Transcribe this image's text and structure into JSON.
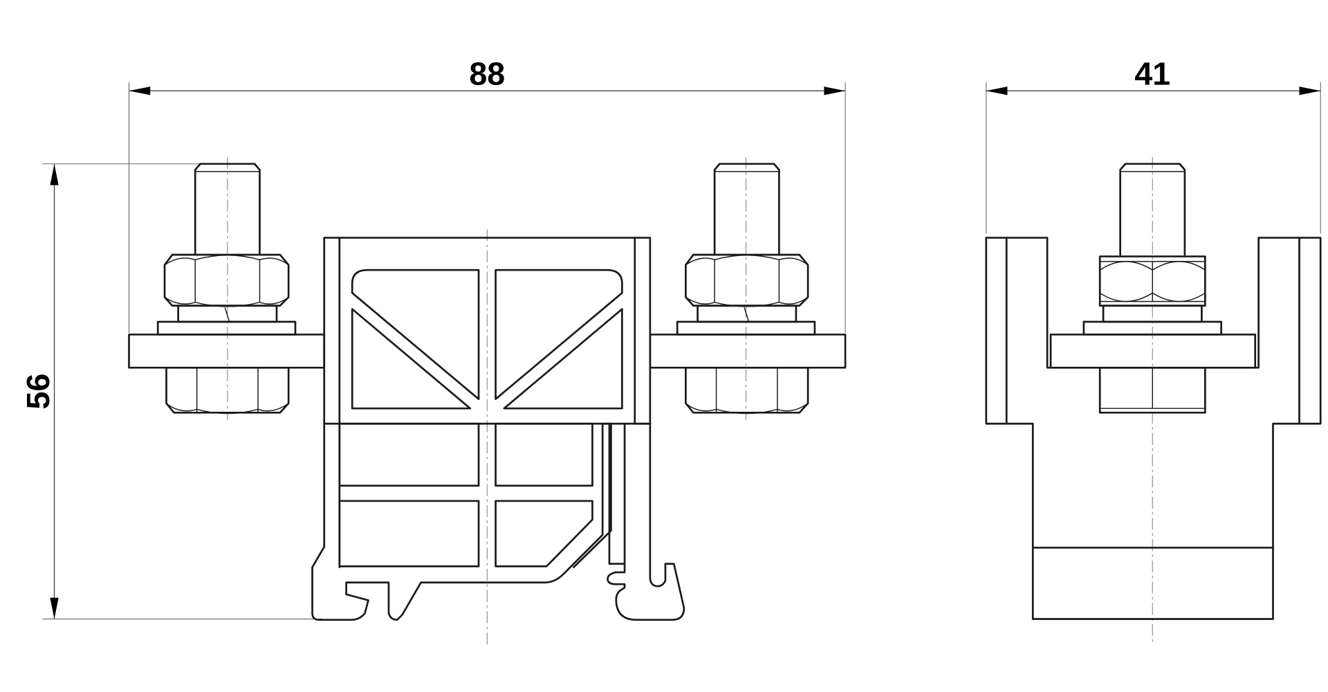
{
  "dimensions": {
    "overall_width": "88",
    "depth": "41",
    "overall_height": "56"
  },
  "line_color": "#1a1a1a"
}
